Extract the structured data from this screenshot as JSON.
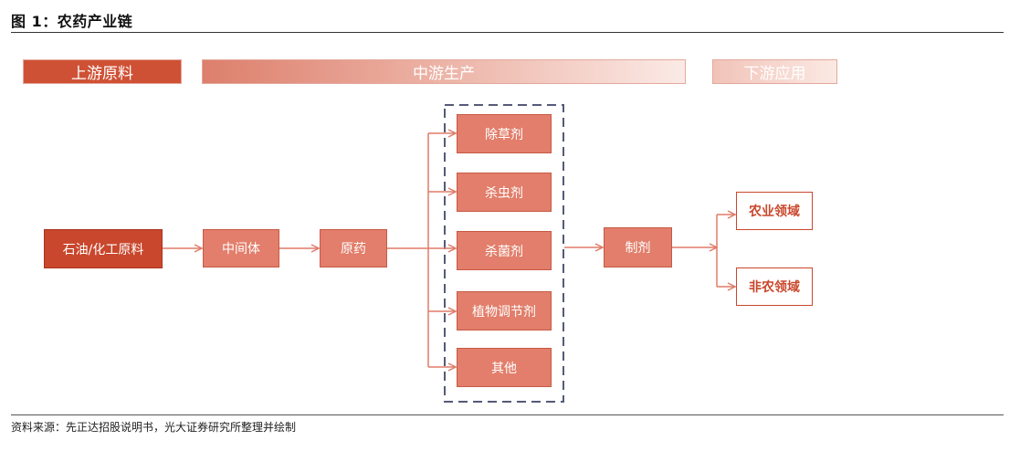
{
  "figure": {
    "title": "图 1：农药产业链",
    "source": "资料来源：先正达招股说明书，光大证券研究所整理并绘制"
  },
  "stages": {
    "upstream": "上游原料",
    "midstream": "中游生产",
    "downstream": "下游应用"
  },
  "nodes": {
    "raw": "石油/化工原料",
    "intermediate": "中间体",
    "active": "原药",
    "herbicide": "除草剂",
    "insecticide": "杀虫剂",
    "fungicide": "杀菌剂",
    "regulator": "植物调节剂",
    "other": "其他",
    "formulation": "制剂",
    "agri": "农业领域",
    "nonagri": "非农领域"
  },
  "colors": {
    "dark_red": "#c9472c",
    "mid_red": "#e27e6b",
    "arrow": "#e07c69",
    "dashed_frame": "#555a78"
  }
}
